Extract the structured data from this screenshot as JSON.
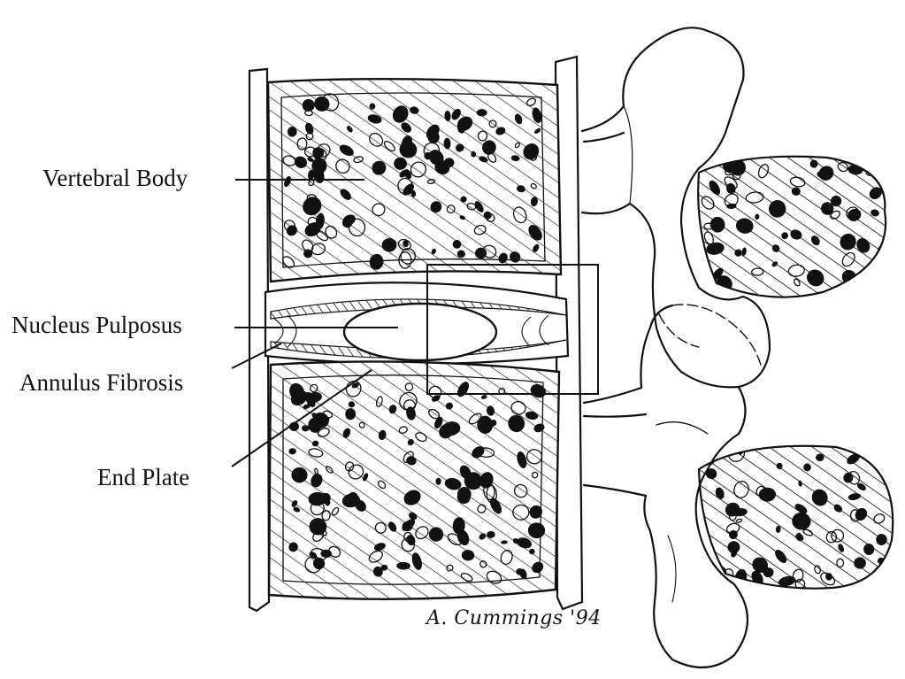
{
  "labels": {
    "vertebral_body": "Vertebral Body",
    "nucleus_pulposus": "Nucleus Pulposus",
    "annulus_fibrosis": "Annulus Fibrosis",
    "end_plate": "End Plate"
  },
  "signature": "A. Cummings '94",
  "colors": {
    "ink": "#111111",
    "paper": "#ffffff"
  }
}
